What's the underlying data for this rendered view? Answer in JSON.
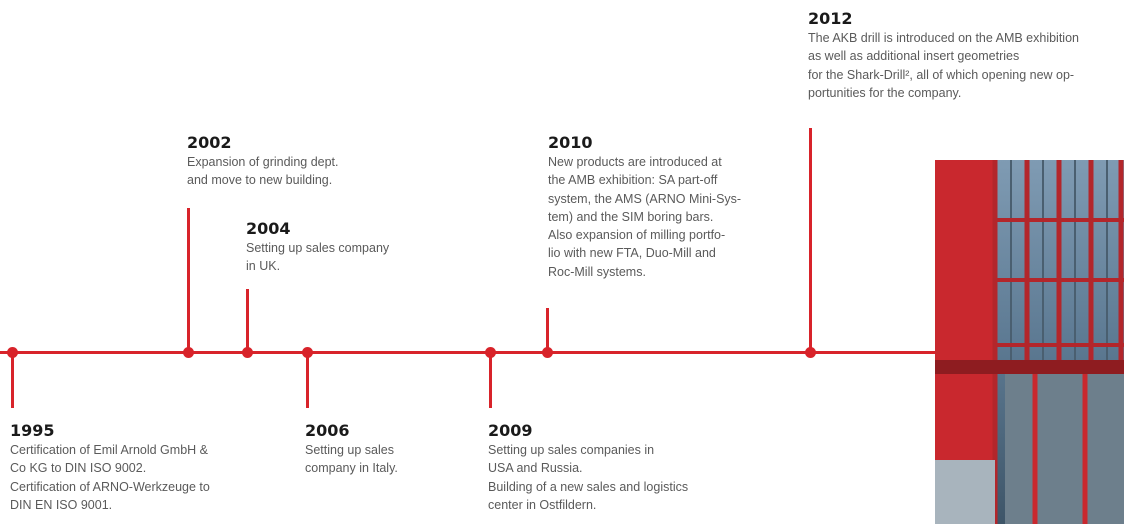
{
  "colors": {
    "accent": "#d8232a",
    "text": "#5a5a5a",
    "year": "#1a1a1a"
  },
  "events": {
    "y1995": {
      "year": "1995",
      "lines": [
        "Certification of Emil Arnold GmbH &",
        "Co KG to DIN ISO 9002.",
        "Certification of ARNO-Werkzeuge to",
        "DIN EN ISO 9001."
      ]
    },
    "y2002": {
      "year": "2002",
      "lines": [
        "Expansion of grinding dept.",
        "and move to new building."
      ]
    },
    "y2004": {
      "year": "2004",
      "lines": [
        "Setting up sales company",
        "in UK."
      ]
    },
    "y2006": {
      "year": "2006",
      "lines": [
        "Setting up sales",
        "company in Italy."
      ]
    },
    "y2009": {
      "year": "2009",
      "lines": [
        "Setting up sales companies in",
        "USA and Russia.",
        "Building of a new sales and logistics",
        "center in Ostfildern."
      ]
    },
    "y2010": {
      "year": "2010",
      "lines": [
        "New products are introduced at",
        "the AMB exhibition: SA part-off",
        "system, the AMS (ARNO Mini-Sys-",
        "tem) and the SIM boring bars.",
        "Also expansion of milling portfo-",
        "lio with new FTA, Duo-Mill and",
        "Roc-Mill systems."
      ]
    },
    "y2012": {
      "year": "2012",
      "lines": [
        "The AKB drill is introduced on the AMB exhibition",
        "as well as additional insert geometries",
        "for the Shark-Drill",
        "², all of which opening new op-",
        "portunities for the company."
      ]
    }
  },
  "photo": {
    "subject": "red-building-facade-photo"
  }
}
